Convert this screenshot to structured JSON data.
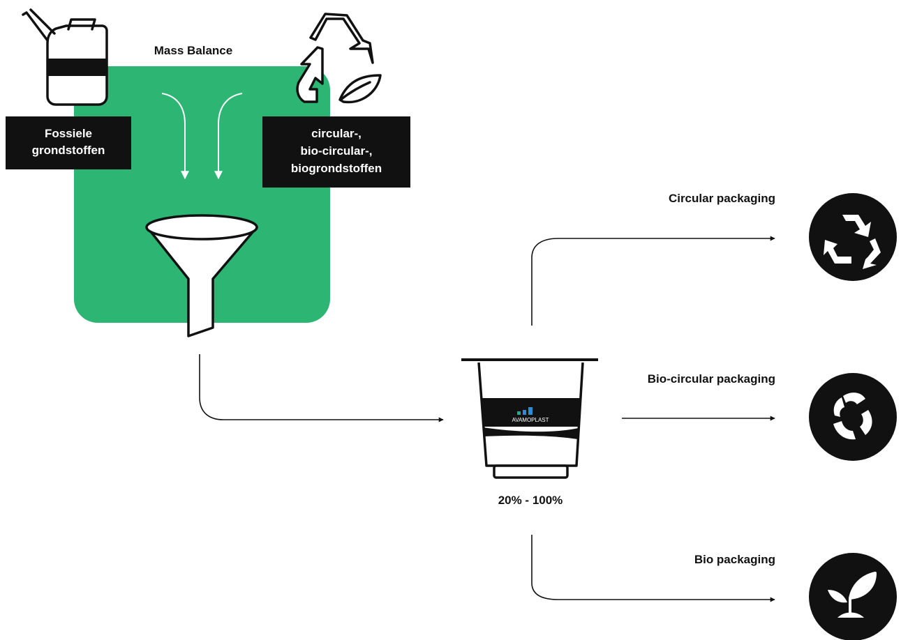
{
  "diagram": {
    "title": "Mass Balance",
    "inputs": {
      "fossil": {
        "line1": "Fossiele",
        "line2": "grondstoffen",
        "icon": "jerrycan-icon"
      },
      "circular": {
        "line1": "circular-,",
        "line2": "bio-circular-,",
        "line3": "biogrondstoffen",
        "icon": "recycle-leaf-icon"
      }
    },
    "process_icon": "funnel-icon",
    "product": {
      "brand": "AVAMOPLAST",
      "percentage": "20% - 100%",
      "icon": "cup-icon"
    },
    "outputs": [
      {
        "label": "Circular packaging",
        "icon": "recycle-circle-icon"
      },
      {
        "label": "Bio-circular packaging",
        "icon": "bio-recycle-circle-icon"
      },
      {
        "label": "Bio packaging",
        "icon": "sprout-circle-icon"
      }
    ],
    "colors": {
      "mass_balance_box": "#2db573",
      "dark": "#111111",
      "white": "#ffffff",
      "brand_teal": "#2aa58f",
      "brand_blue": "#2a8fd0"
    }
  }
}
